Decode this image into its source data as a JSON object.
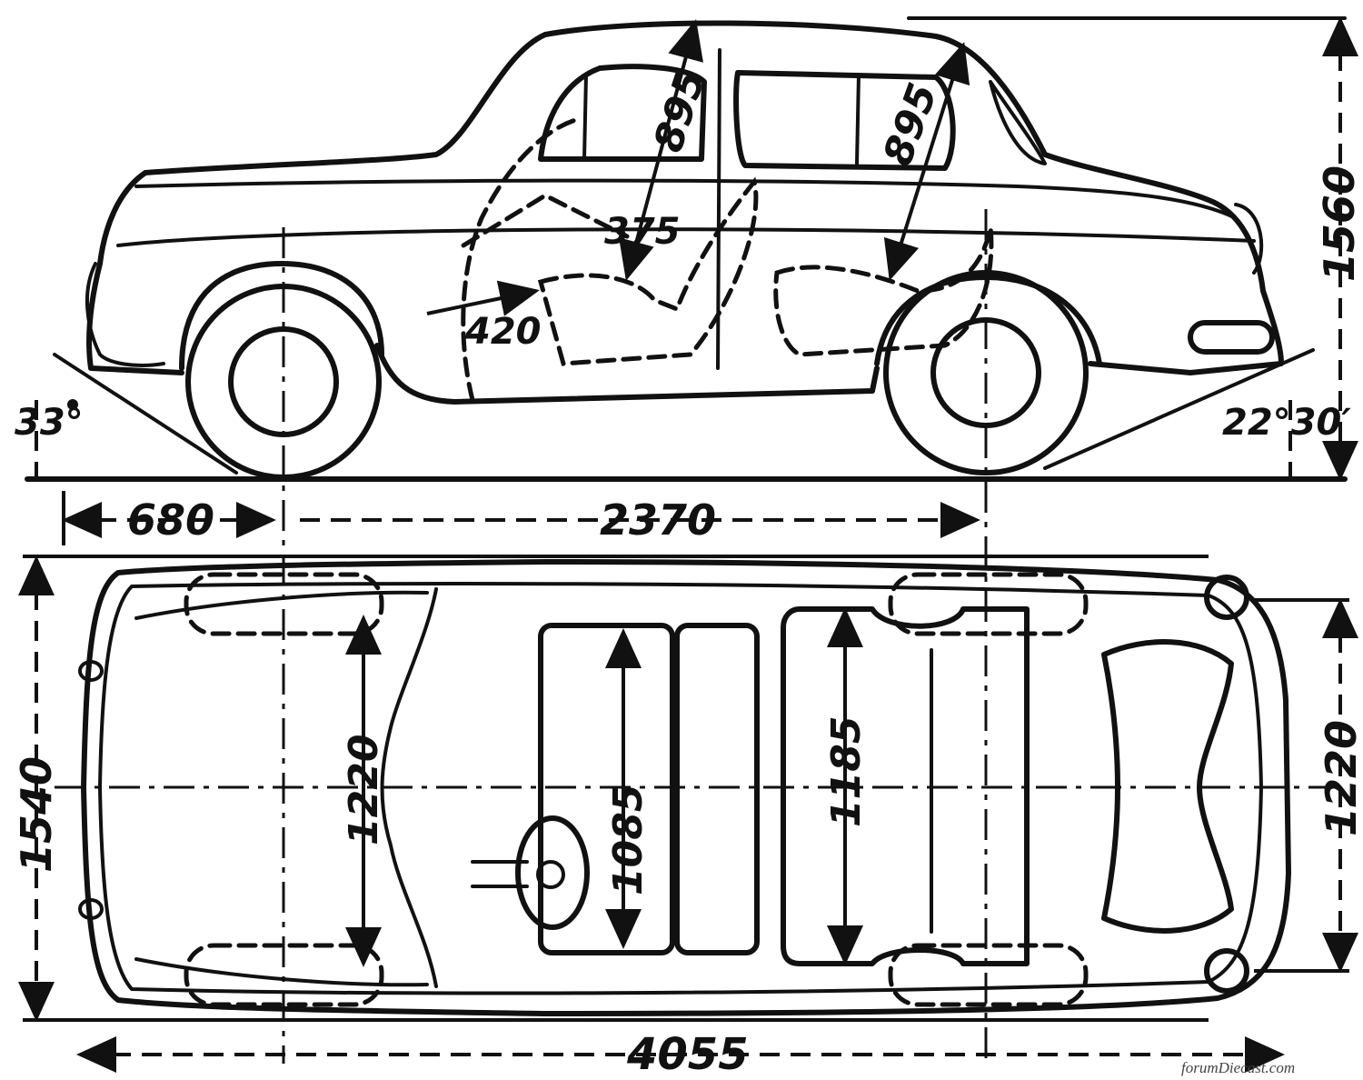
{
  "dimensions": {
    "height_overall": "1560",
    "headroom_front": "895",
    "headroom_rear": "895",
    "seat_back_depth": "375",
    "seat_height": "420",
    "approach_angle": "33°",
    "departure_angle": "22°30′",
    "front_overhang": "680",
    "wheelbase": "2370",
    "width_overall": "1540",
    "track_front": "1220",
    "track_rear": "1220",
    "front_seat_width": "1085",
    "rear_seat_width": "1185",
    "length_overall": "4055"
  },
  "watermark": "forumDiecast.com"
}
